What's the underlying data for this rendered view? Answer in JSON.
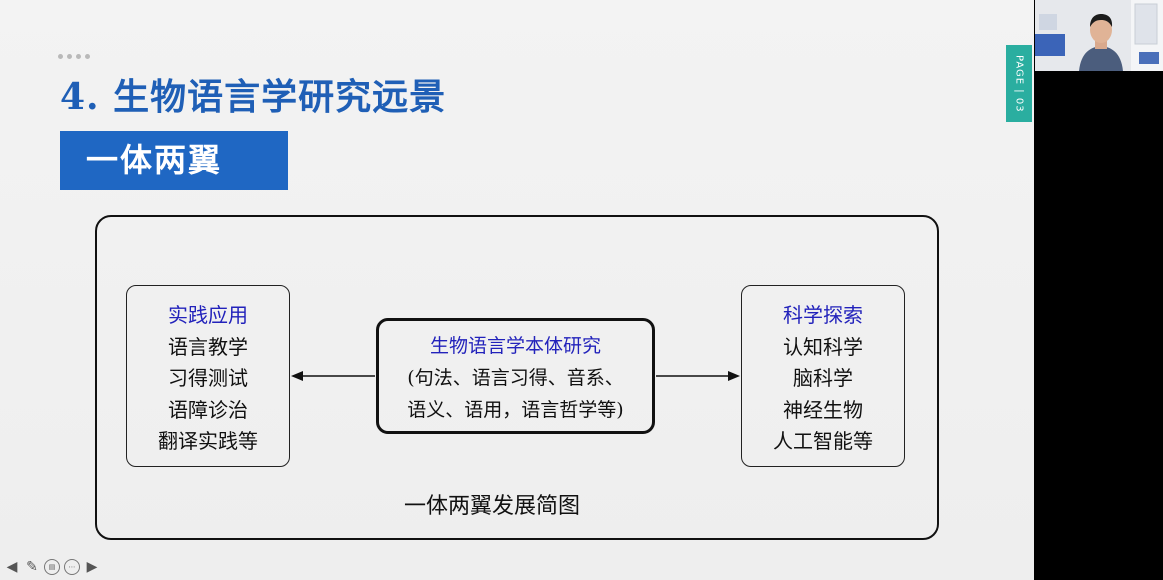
{
  "slide": {
    "title": "4. 生物语言学研究远景",
    "banner": "一体两翼",
    "page_tag": "PAGE | 03"
  },
  "diagram": {
    "left_box": {
      "heading": "实践应用",
      "items": [
        "语言教学",
        "习得测试",
        "语障诊治",
        "翻译实践等"
      ]
    },
    "center_box": {
      "heading": "生物语言学本体研究",
      "lines": [
        "(句法、语言习得、音系、",
        "语义、语用，语言哲学等)"
      ]
    },
    "right_box": {
      "heading": "科学探索",
      "items": [
        "认知科学",
        "脑科学",
        "神经生物",
        "人工智能等"
      ]
    },
    "caption": "一体两翼发展简图"
  },
  "toolbar": {
    "icons": [
      "arrow-left-icon",
      "pen-icon",
      "subtitle-icon",
      "more-icon",
      "arrow-right-icon"
    ]
  },
  "colors": {
    "title_blue": "#1f5fb6",
    "banner_blue": "#1f67c3",
    "heading_blue": "#2222bb",
    "page_tag_teal": "#2aaea0"
  }
}
